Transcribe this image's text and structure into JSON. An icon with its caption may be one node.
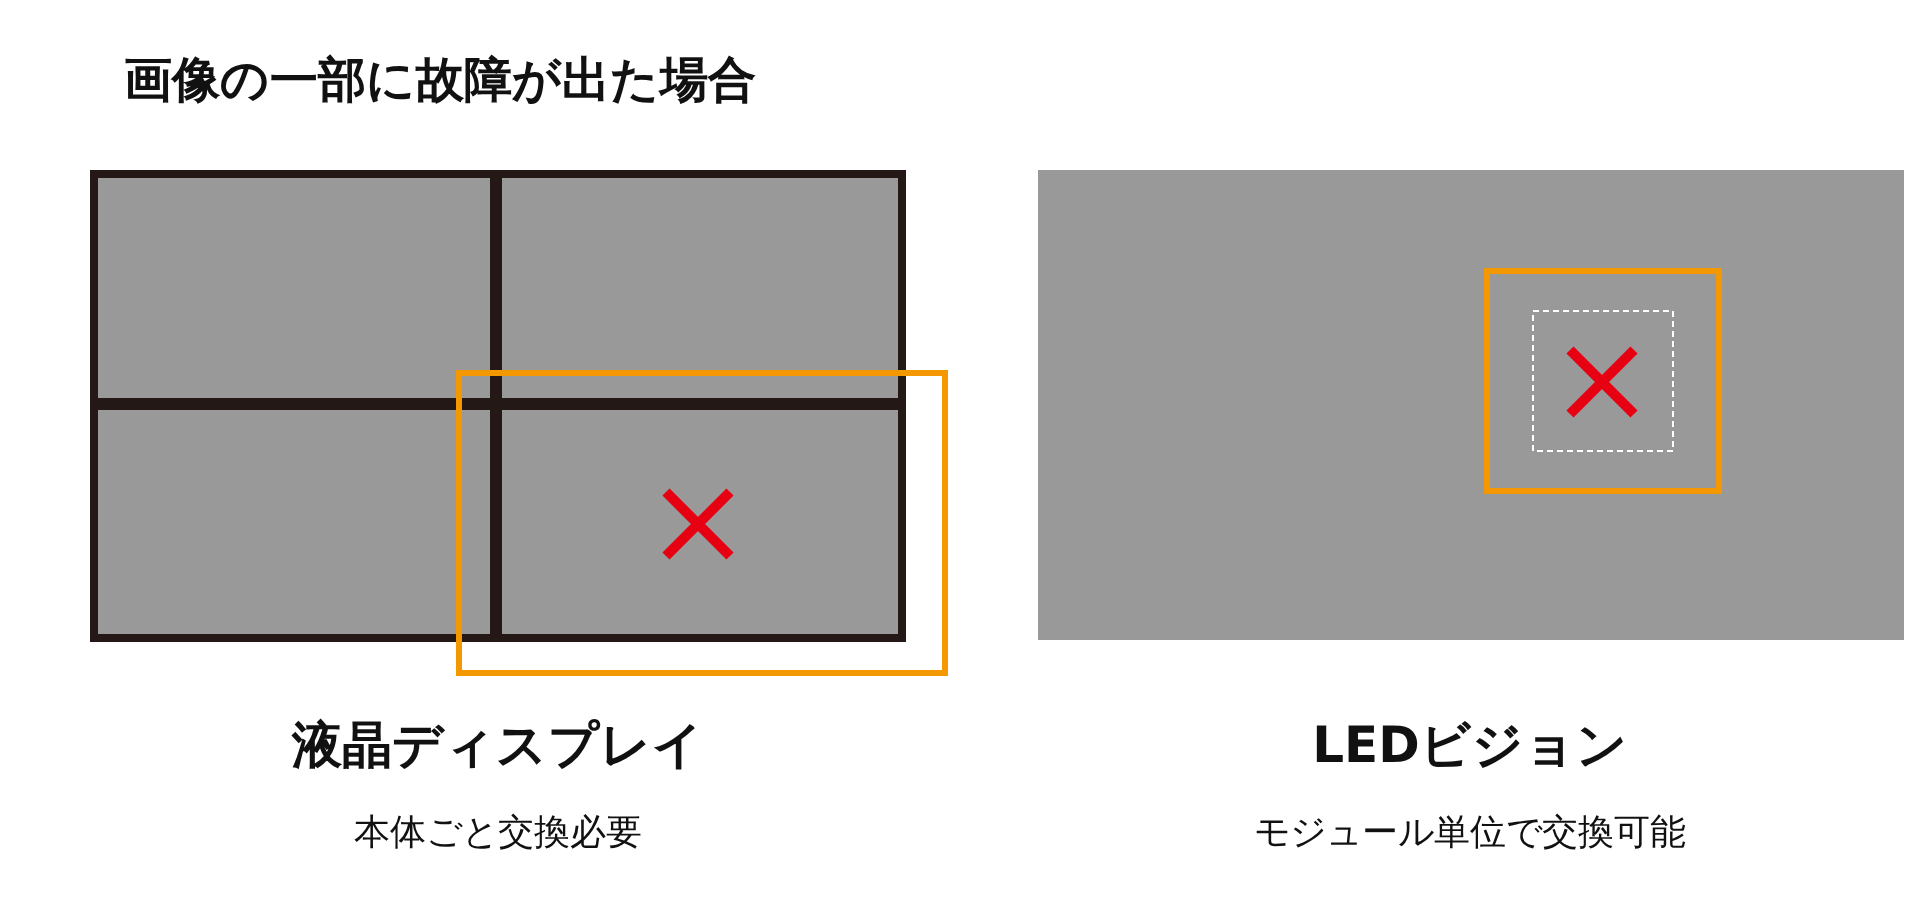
{
  "diagram": {
    "title": "画像の一部に故障が出た場合",
    "labels": [
      "液晶ディスプレイ",
      "本体ごと交換必要",
      "LEDビジョン",
      "モジュール単位で交換可能"
    ]
  }
}
